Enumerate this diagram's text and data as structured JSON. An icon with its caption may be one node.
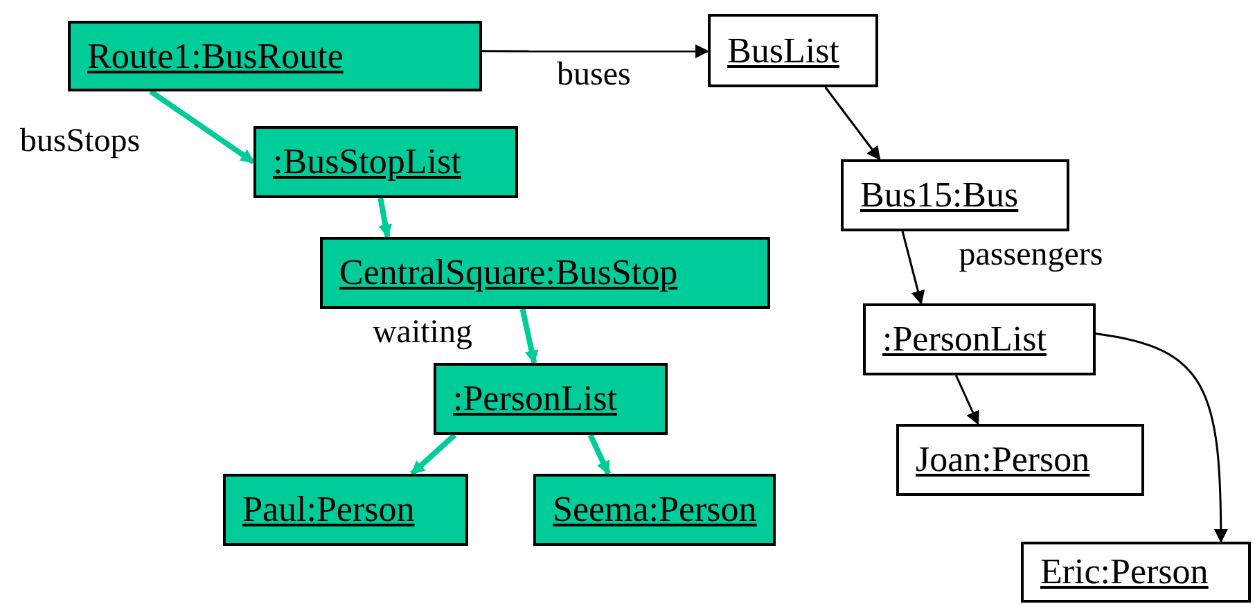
{
  "diagram": {
    "nodes": [
      {
        "text": [
          "Route1:BusRoute"
        ]
      },
      {
        "text": [
          ":BusStopList"
        ]
      },
      {
        "text": [
          "CentralSquare:BusStop"
        ]
      },
      {
        "text": [
          ":PersonList"
        ]
      },
      {
        "text": [
          "Paul:Person"
        ]
      },
      {
        "text": [
          "Seema:Person"
        ]
      },
      {
        "text": [
          "BusList"
        ]
      },
      {
        "text": [
          "Bus15:Bus"
        ]
      },
      {
        "text": [
          ":PersonList"
        ]
      },
      {
        "text": [
          "Joan:Person"
        ]
      },
      {
        "text": [
          "Eric:Person"
        ]
      }
    ],
    "edges": [
      {
        "from": 0,
        "to": 6,
        "arrow": "to",
        "label": "buses"
      },
      {
        "from": 0,
        "to": 1,
        "arrow": "to",
        "label": "busStops",
        "style": "thick",
        "color": "#00cc99"
      },
      {
        "from": 1,
        "to": 2,
        "arrow": "to",
        "style": "thick",
        "color": "#00cc99"
      },
      {
        "from": 2,
        "to": 3,
        "arrow": "to",
        "label": "waiting",
        "style": "thick",
        "color": "#00cc99"
      },
      {
        "from": 3,
        "to": 4,
        "arrow": "to",
        "style": "thick",
        "color": "#00cc99"
      },
      {
        "from": 3,
        "to": 5,
        "arrow": "to",
        "style": "thick",
        "color": "#00cc99"
      },
      {
        "from": 6,
        "to": 7,
        "arrow": "to"
      },
      {
        "from": 7,
        "to": 8,
        "arrow": "to",
        "label": "passengers"
      },
      {
        "from": 8,
        "to": 9,
        "arrow": "to"
      },
      {
        "from": 8,
        "to": 10,
        "arrow": "to"
      }
    ]
  }
}
